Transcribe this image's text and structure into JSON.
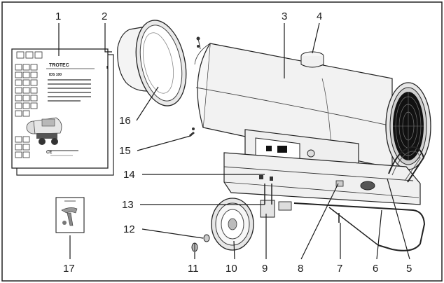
{
  "callouts": [
    "1",
    "2",
    "3",
    "4",
    "5",
    "6",
    "7",
    "8",
    "9",
    "10",
    "11",
    "12",
    "13",
    "14",
    "15",
    "16",
    "17"
  ],
  "manual": {
    "brand": "TROTEC",
    "model": "IDS 100"
  },
  "colors": {
    "ink": "#1a1a1a",
    "frame": "#222222",
    "background": "#ffffff"
  }
}
